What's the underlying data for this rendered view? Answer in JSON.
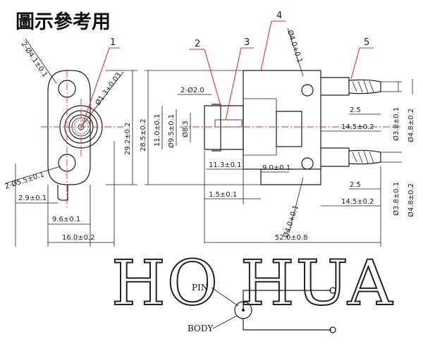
{
  "title": "圖示參考用",
  "callouts": [
    "1",
    "2",
    "3",
    "4",
    "5"
  ],
  "dims": {
    "holes_2x": "2-Ø4.1±0.1",
    "pin_hole": "Ø1.3+0.03",
    "mount_2x": "2-Ø5.5±0.1",
    "pitch_292": "29.2±0.2",
    "d29": "2.9±0.1",
    "d96": "9.6±0.1",
    "d160": "16.0±0.2",
    "d20": "2-Ø2.0",
    "d110": "11.0±0.1",
    "d95": "Ø9.5±0.1",
    "d83": "Ø8.3",
    "d285": "28.5±0.2",
    "d113": "11.3±0.1",
    "d90": "9.0±0.1",
    "d15": "1.5±0.1",
    "d520": "52.0±0.8",
    "top_hole": "Ø4.0+0.1",
    "bot_hole": "Ø4.0+0.1",
    "d25a": "2.5",
    "d145a": "14.5±0.2",
    "d38a": "Ø3.8±0.1",
    "d48a": "Ø4.8±0.2",
    "d25b": "2.5",
    "d145b": "14.5±0.2",
    "d38b": "Ø3.8±0.1",
    "d48b": "Ø4.8±0.2"
  },
  "brand": "HO HUA",
  "schematic": {
    "pin_label": "PIN",
    "body_label": "BODY"
  },
  "colors": {
    "drawing": "#1a1a1a",
    "leader": "#dd3333",
    "centerline": "#dd3333"
  }
}
